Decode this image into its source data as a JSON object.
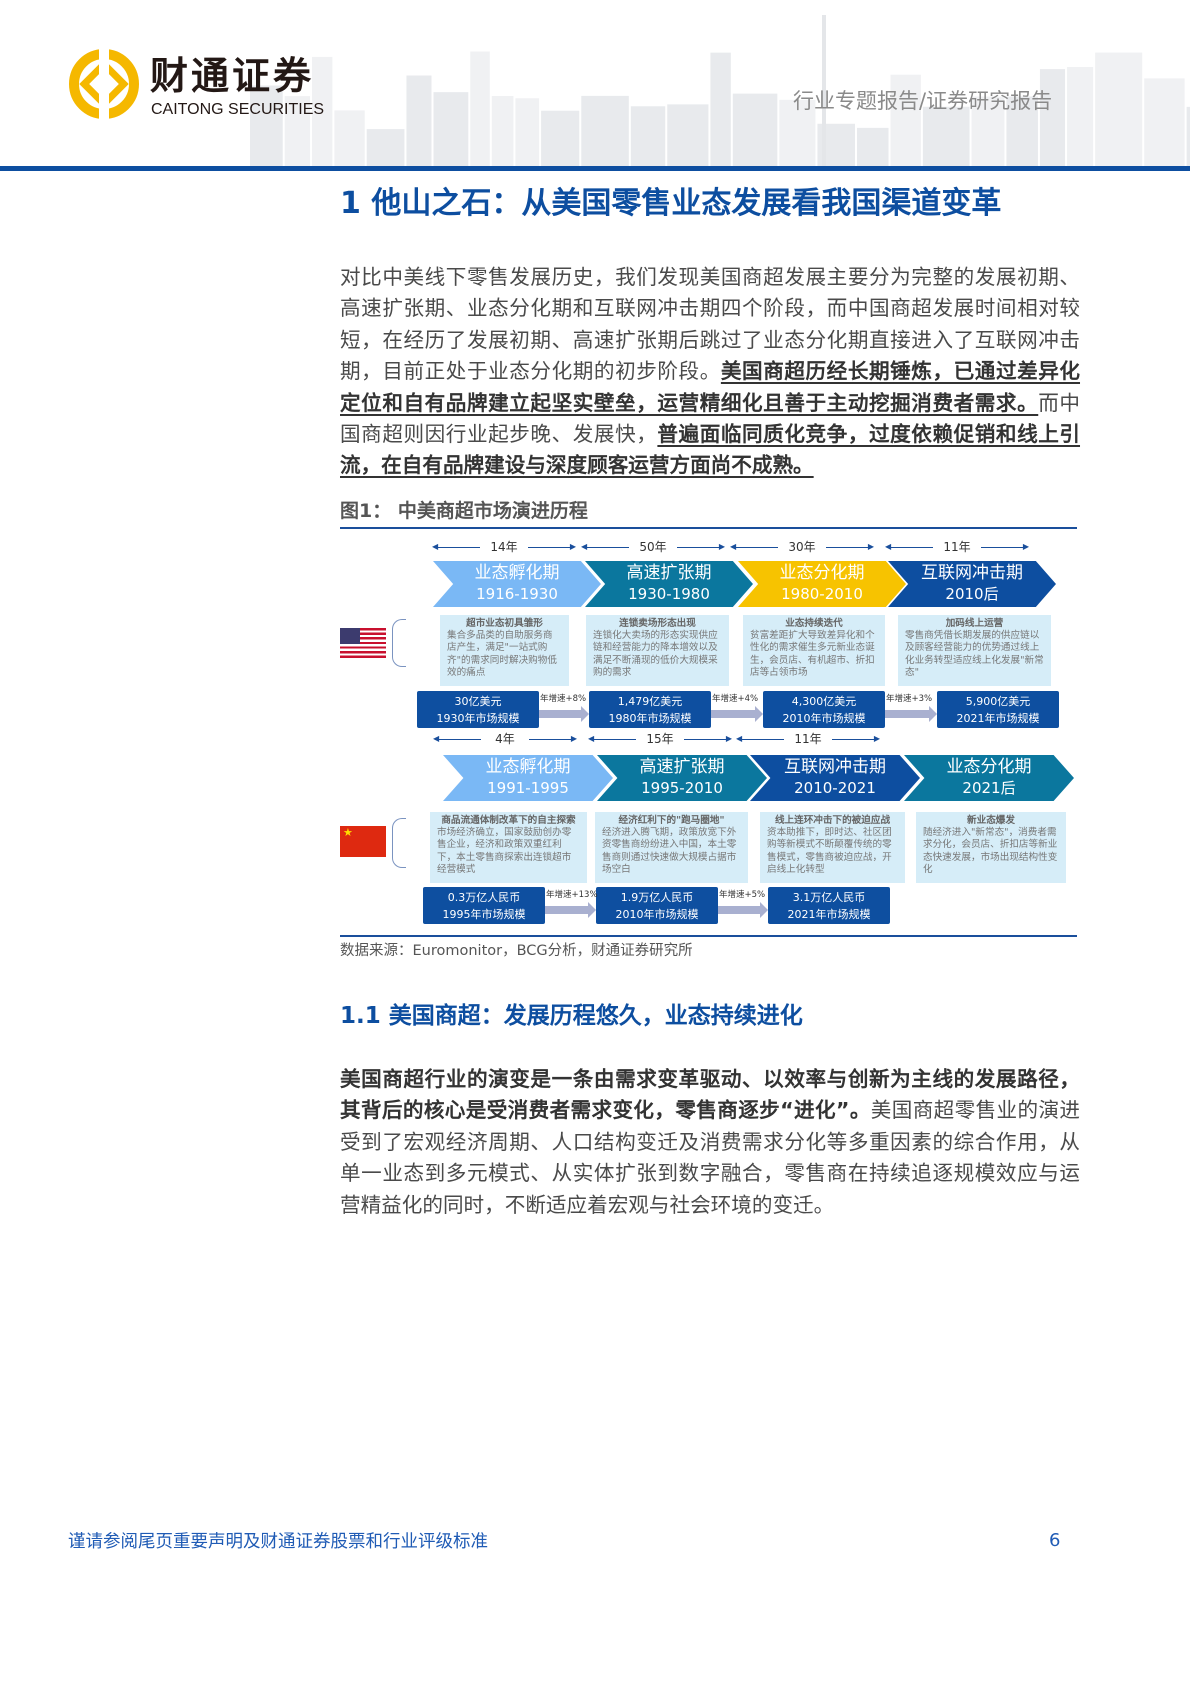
{
  "header": {
    "logo_cn": "财通证券",
    "logo_en": "CAITONG SECURITIES",
    "report_type": "行业专题报告/证券研究报告",
    "brand_color": "#0d4ea0",
    "logo_color": "#f5b800"
  },
  "section1": {
    "title": "1  他山之石：从美国零售业态发展看我国渠道变革",
    "paragraph": [
      {
        "text": "对比中美线下零售发展历史，我们发现美国商超发展主要分为完整的发展初期、高速扩张期、业态分化期和互联网冲击期四个阶段，而中国商超发展时间相对较短，在经历了发展初期、高速扩张期后跳过了业态分化期直接进入了互联网冲击期，目前正处于业态分化期的初步阶段。",
        "style": "normal"
      },
      {
        "text": "美国商超历经长期锤炼，已通过差异化定位和自有品牌建立起坚实壁垒，运营精细化且善于主动挖掘消费者需求。",
        "style": "bold-underline"
      },
      {
        "text": "而中国商超则因行业起步晚、发展快，",
        "style": "normal"
      },
      {
        "text": "普遍面临同质化竞争，过度依赖促销和线上引流，在自有品牌建设与深度顾客运营方面尚不成熟。",
        "style": "bold-underline"
      }
    ]
  },
  "figure1": {
    "caption": "图1： 中美商超市场演进历程",
    "source": "数据来源：Euromonitor，BCG分析，财通证券研究所",
    "us": {
      "flag": "us-flag-icon",
      "durations": [
        "14年",
        "50年",
        "30年",
        "11年"
      ],
      "stages": [
        {
          "title": "业态孵化期",
          "years": "1916-1930",
          "color": "#7ab8f5"
        },
        {
          "title": "高速扩张期",
          "years": "1930-1980",
          "color": "#0b779e"
        },
        {
          "title": "业态分化期",
          "years": "1980-2010",
          "color": "#f7c300"
        },
        {
          "title": "互联网冲击期",
          "years": "2010后",
          "color": "#0d4ea0"
        }
      ],
      "details": [
        {
          "title": "超市业态初具雏形",
          "body": "集合多品类的自助服务商店产生，满足\"一站式购齐\"的需求同时解决购物低效的痛点"
        },
        {
          "title": "连锁卖场形态出现",
          "body": "连锁化大卖场的形态实现供应链和经营能力的降本增效以及满足不断涌现的低价大规模采购的需求"
        },
        {
          "title": "业态持续迭代",
          "body": "贫富差距扩大导致差异化和个性化的需求催生多元新业态诞生，会员店、有机超市、折扣店等占领市场"
        },
        {
          "title": "加码线上运营",
          "body": "零售商凭借长期发展的供应链以及顾客经营能力的优势通过线上化业务转型适应线上化发展\"新常态\""
        }
      ],
      "markets": [
        {
          "value": "30亿美元",
          "label": "1930年市场规模"
        },
        {
          "value": "1,479亿美元",
          "label": "1980年市场规模"
        },
        {
          "value": "4,300亿美元",
          "label": "2010年市场规模"
        },
        {
          "value": "5,900亿美元",
          "label": "2021年市场规模"
        }
      ],
      "growth": [
        "年增速+8%",
        "年增速+4%",
        "年增速+3%"
      ]
    },
    "cn": {
      "flag": "china-flag-icon",
      "durations": [
        "4年",
        "15年",
        "11年"
      ],
      "stages": [
        {
          "title": "业态孵化期",
          "years": "1991-1995",
          "color": "#7ab8f5"
        },
        {
          "title": "高速扩张期",
          "years": "1995-2010",
          "color": "#0b779e"
        },
        {
          "title": "互联网冲击期",
          "years": "2010-2021",
          "color": "#0d4ea0"
        },
        {
          "title": "业态分化期",
          "years": "2021后",
          "color": "#0b779e"
        }
      ],
      "details": [
        {
          "title": "商品流通体制改革下的自主探索",
          "body": "市场经济确立，国家鼓励创办零售企业，经济和政策双重红利下，本土零售商探索出连锁超市经营模式"
        },
        {
          "title": "经济红利下的\"跑马圈地\"",
          "body": "经济进入腾飞期，政策放宽下外资零售商纷纷进入中国，本土零售商则通过快速做大规模占据市场空白"
        },
        {
          "title": "线上连环冲击下的被迫应战",
          "body": "资本助推下，即时达、社区团购等新模式不断颠覆传统的零售模式，零售商被迫应战，开启线上化转型"
        },
        {
          "title": "新业态爆发",
          "body": "随经济进入\"新常态\"，消费者需求分化，会员店、折扣店等新业态快速发展，市场出现结构性变化"
        }
      ],
      "markets": [
        {
          "value": "0.3万亿人民币",
          "label": "1995年市场规模"
        },
        {
          "value": "1.9万亿人民币",
          "label": "2010年市场规模"
        },
        {
          "value": "3.1万亿人民币",
          "label": "2021年市场规模"
        }
      ],
      "growth": [
        "年增速+13%",
        "年增速+5%"
      ]
    }
  },
  "section1_1": {
    "title": "1.1  美国商超：发展历程悠久，业态持续进化",
    "paragraph": [
      {
        "text": "美国商超行业的演变是一条由需求变革驱动、以效率与创新为主线的发展路径，其背后的核心是受消费者需求变化，零售商逐步“进化”。",
        "style": "bold"
      },
      {
        "text": "美国商超零售业的演进受到了宏观经济周期、人口结构变迁及消费需求分化等多重因素的综合作用，从单一业态到多元模式、从实体扩张到数字融合，零售商在持续追逐规模效应与运营精益化的同时，不断适应着宏观与社会环境的变迁。",
        "style": "normal"
      }
    ]
  },
  "footer": {
    "disclaimer": "谨请参阅尾页重要声明及财通证券股票和行业评级标准",
    "page_number": "6"
  }
}
